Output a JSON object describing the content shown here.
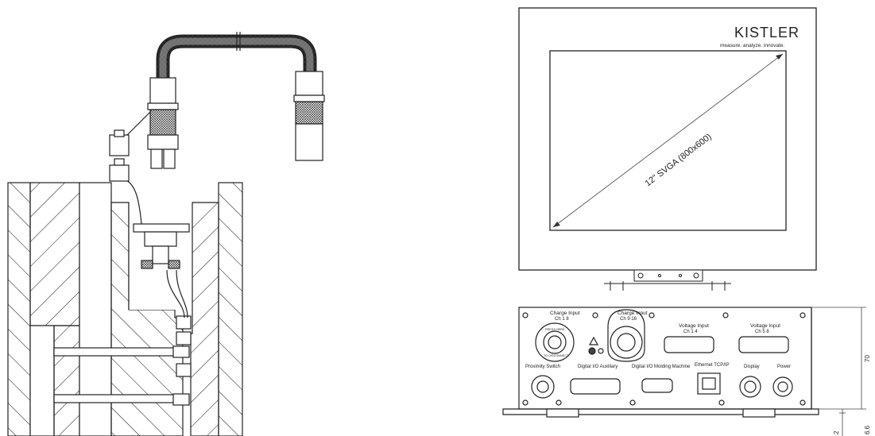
{
  "brand": {
    "logo": "KISTLER",
    "tagline": "measure. analyze. innovate."
  },
  "display": {
    "size_label": "12\" SVGA (800x600)"
  },
  "panel": {
    "charge_input_1": "Charge Input",
    "charge_input_1_ch": "Ch 1   8",
    "charge_input_2": "Charge Input",
    "charge_input_2_ch": "Ch 9   16",
    "voltage_input_1": "Voltage Input",
    "voltage_input_1_ch": "Ch 1   4",
    "voltage_input_2": "Voltage Input",
    "voltage_input_2_ch": "Ch 5   8",
    "connector_text": "PRESS HERE",
    "connector_text2": "TO DISCONNECT",
    "proximity_switch": "Proximity Switch",
    "digital_io_aux": "Digital I/O Auxiliary",
    "digital_io_molding": "Digital I/O Molding Machine",
    "ethernet": "Ethernet TCP/IP",
    "display_port": "Display",
    "power": "Power"
  },
  "dimensions": {
    "height": "70",
    "d1": "2",
    "d2": "6.6"
  }
}
